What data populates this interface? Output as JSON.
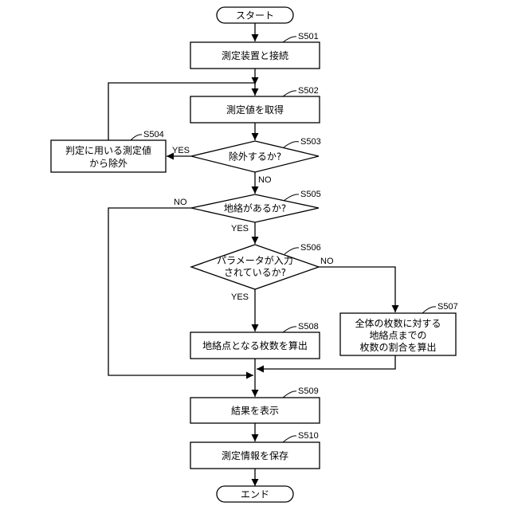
{
  "nodes": {
    "start": "スタート",
    "s501": "測定装置と接続",
    "s502": "測定値を取得",
    "s503": "除外するか?",
    "s504_line1": "判定に用いる測定値",
    "s504_line2": "から除外",
    "s505": "地絡があるか?",
    "s506_line1": "パラメータが入力",
    "s506_line2": "されているか?",
    "s507_line1": "全体の枚数に対する",
    "s507_line2": "地絡点までの",
    "s507_line3": "枚数の割合を算出",
    "s508": "地絡点となる枚数を算出",
    "s509": "結果を表示",
    "s510": "測定情報を保存",
    "end": "エンド"
  },
  "step_labels": {
    "s501": "S501",
    "s502": "S502",
    "s503": "S503",
    "s504": "S504",
    "s505": "S505",
    "s506": "S506",
    "s507": "S507",
    "s508": "S508",
    "s509": "S509",
    "s510": "S510"
  },
  "branch_labels": {
    "s503_yes": "YES",
    "s503_no": "NO",
    "s505_no": "NO",
    "s505_yes": "YES",
    "s506_no": "NO",
    "s506_yes": "YES"
  }
}
